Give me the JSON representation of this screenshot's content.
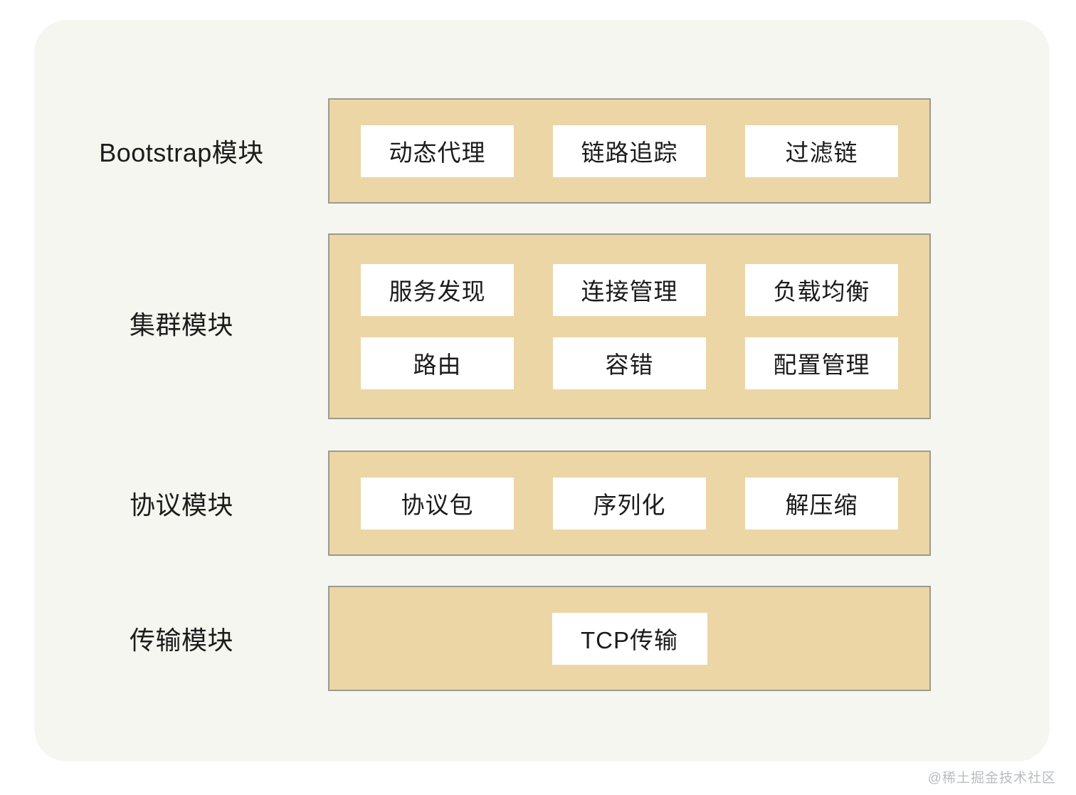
{
  "card": {
    "background_color": "#f6f6f1"
  },
  "theme": {
    "panel_fill": "#ecd6a5",
    "panel_border": "#9b9a93",
    "cell_fill": "#ffffff",
    "text_color": "#1b1b1b",
    "watermark_color": "#b9bcc0"
  },
  "diagram": {
    "type": "layered-architecture",
    "layers": [
      {
        "id": "bootstrap",
        "label": "Bootstrap模块",
        "rows": [
          [
            "动态代理",
            "链路追踪",
            "过滤链"
          ]
        ]
      },
      {
        "id": "cluster",
        "label": "集群模块",
        "rows": [
          [
            "服务发现",
            "连接管理",
            "负载均衡"
          ],
          [
            "路由",
            "容错",
            "配置管理"
          ]
        ]
      },
      {
        "id": "protocol",
        "label": "协议模块",
        "rows": [
          [
            "协议包",
            "序列化",
            "解压缩"
          ]
        ]
      },
      {
        "id": "transport",
        "label": "传输模块",
        "rows": [
          [
            "TCP传输"
          ]
        ]
      }
    ]
  },
  "watermark": {
    "text": "@稀土掘金技术社区"
  }
}
